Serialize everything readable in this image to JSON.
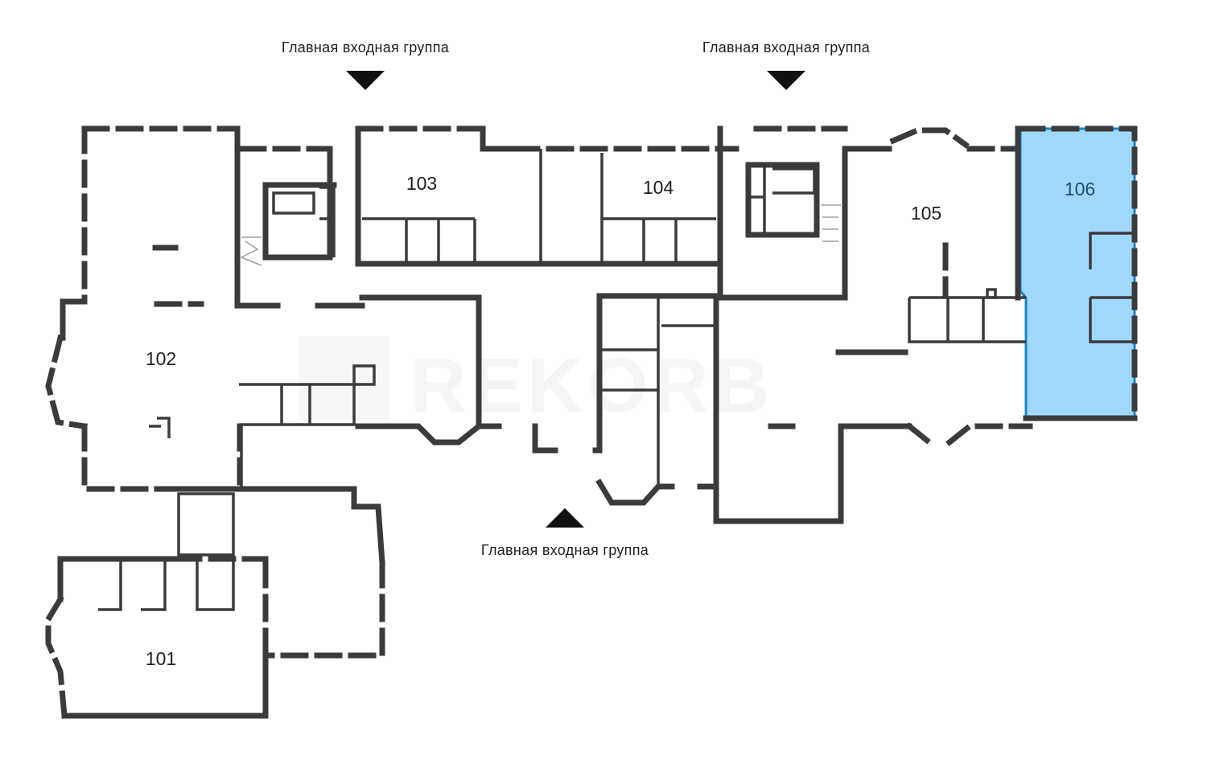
{
  "watermark": "REKORB",
  "entrances": [
    {
      "label": "Главная входная группа",
      "arrow": "down"
    },
    {
      "label": "Главная входная группа",
      "arrow": "down"
    },
    {
      "label": "Главная входная группа",
      "arrow": "up"
    }
  ],
  "rooms": [
    {
      "id": "101",
      "label": "101",
      "highlighted": false
    },
    {
      "id": "102",
      "label": "102",
      "highlighted": false
    },
    {
      "id": "103",
      "label": "103",
      "highlighted": false
    },
    {
      "id": "104",
      "label": "104",
      "highlighted": false
    },
    {
      "id": "105",
      "label": "105",
      "highlighted": false
    },
    {
      "id": "106",
      "label": "106",
      "highlighted": true
    }
  ],
  "colors": {
    "wall": "#3a3b3d",
    "highlight_fill": "#a0d8fb",
    "highlight_stroke": "#1a86c4",
    "highlight_text": "#1d4f6e"
  }
}
